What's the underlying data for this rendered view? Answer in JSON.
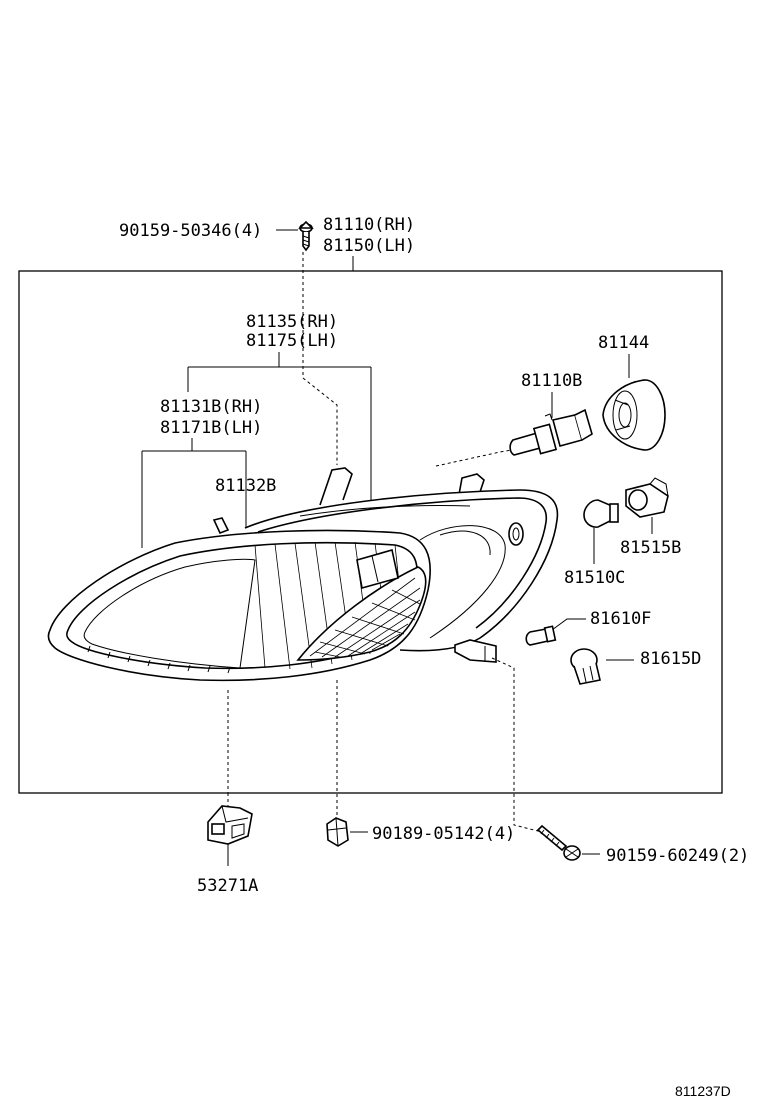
{
  "labels": {
    "screw_top": "90159-50346(4)",
    "unit_rh": "81110(RH)",
    "unit_lh": "81150(LH)",
    "housing_rh": "81135(RH)",
    "housing_lh": "81175(LH)",
    "lens_rh": "81131B(RH)",
    "lens_lh": "81171B(LH)",
    "gasket": "81132B",
    "bulb_main": "81110B",
    "cap": "81144",
    "socket_b": "81515B",
    "bulb_c": "81510C",
    "bulb_f": "81610F",
    "socket_d": "81615D",
    "clip_nut": "90189-05142(4)",
    "screw_bottom": "90159-60249(2)",
    "bracket": "53271A"
  },
  "figure_ref": "811237D"
}
